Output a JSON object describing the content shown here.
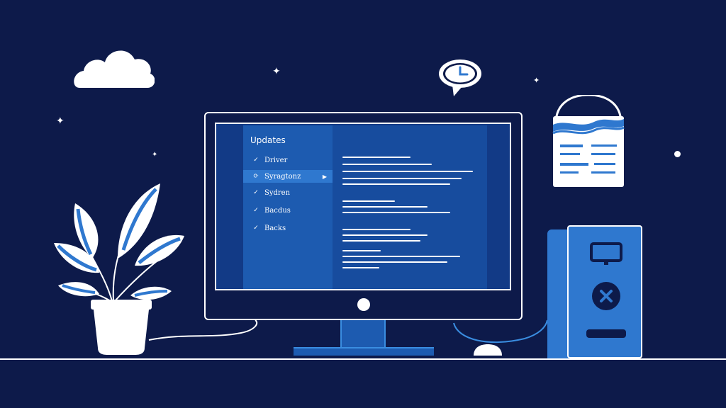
{
  "screen": {
    "sidebar": {
      "title": "Updates",
      "items": [
        {
          "icon": "check-icon",
          "label": "Driver",
          "active": false
        },
        {
          "icon": "refresh-icon",
          "label": "Syragtonz",
          "active": true
        },
        {
          "icon": "check-icon",
          "label": "Sydren",
          "active": false
        },
        {
          "icon": "check-icon",
          "label": "Bacdus",
          "active": false
        },
        {
          "icon": "check-icon",
          "label": "Backs",
          "active": false
        }
      ]
    }
  },
  "colors": {
    "background": "#0d1a4a",
    "screen": "#123a86",
    "sidebar": "#1d5bb0",
    "sidebar_active": "#2f78cf",
    "accent": "#2f78cf",
    "line": "#ffffff"
  }
}
